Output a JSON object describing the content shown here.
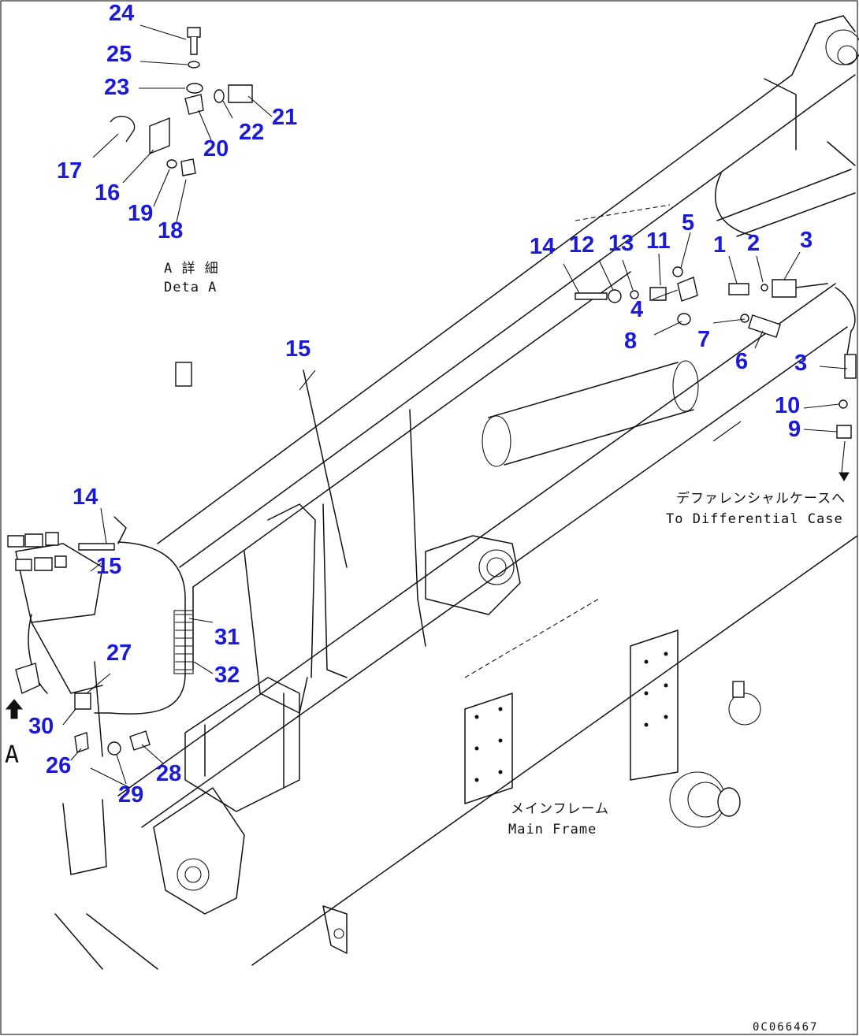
{
  "callouts": [
    {
      "id": "c24",
      "text": "24"
    },
    {
      "id": "c25",
      "text": "25"
    },
    {
      "id": "c23",
      "text": "23"
    },
    {
      "id": "c21",
      "text": "21"
    },
    {
      "id": "c22",
      "text": "22"
    },
    {
      "id": "c20",
      "text": "20"
    },
    {
      "id": "c17",
      "text": "17"
    },
    {
      "id": "c16",
      "text": "16"
    },
    {
      "id": "c19",
      "text": "19"
    },
    {
      "id": "c18",
      "text": "18"
    },
    {
      "id": "c14a",
      "text": "14"
    },
    {
      "id": "c12",
      "text": "12"
    },
    {
      "id": "c13",
      "text": "13"
    },
    {
      "id": "c11",
      "text": "11"
    },
    {
      "id": "c5",
      "text": "5"
    },
    {
      "id": "c1",
      "text": "1"
    },
    {
      "id": "c2",
      "text": "2"
    },
    {
      "id": "c3a",
      "text": "3"
    },
    {
      "id": "c4",
      "text": "4"
    },
    {
      "id": "c8",
      "text": "8"
    },
    {
      "id": "c7",
      "text": "7"
    },
    {
      "id": "c6",
      "text": "6"
    },
    {
      "id": "c3b",
      "text": "3"
    },
    {
      "id": "c10",
      "text": "10"
    },
    {
      "id": "c9",
      "text": "9"
    },
    {
      "id": "c15a",
      "text": "15"
    },
    {
      "id": "c14b",
      "text": "14"
    },
    {
      "id": "c15b",
      "text": "15"
    },
    {
      "id": "c31",
      "text": "31"
    },
    {
      "id": "c32",
      "text": "32"
    },
    {
      "id": "c27",
      "text": "27"
    },
    {
      "id": "c30",
      "text": "30"
    },
    {
      "id": "c26",
      "text": "26"
    },
    {
      "id": "c28",
      "text": "28"
    },
    {
      "id": "c29",
      "text": "29"
    }
  ],
  "notes": {
    "detail_jp": "A 詳 細",
    "detail_en": "Deta  A",
    "diff_jp": "デファレンシャルケースへ",
    "diff_en": "To Differential Case",
    "frame_jp": "メインフレーム",
    "frame_en": "Main Frame",
    "view_letter": "A",
    "drawing_code": "0C066467"
  },
  "colors": {
    "callout": "#1a1ad8",
    "line": "#111111",
    "paper": "#ffffff"
  }
}
